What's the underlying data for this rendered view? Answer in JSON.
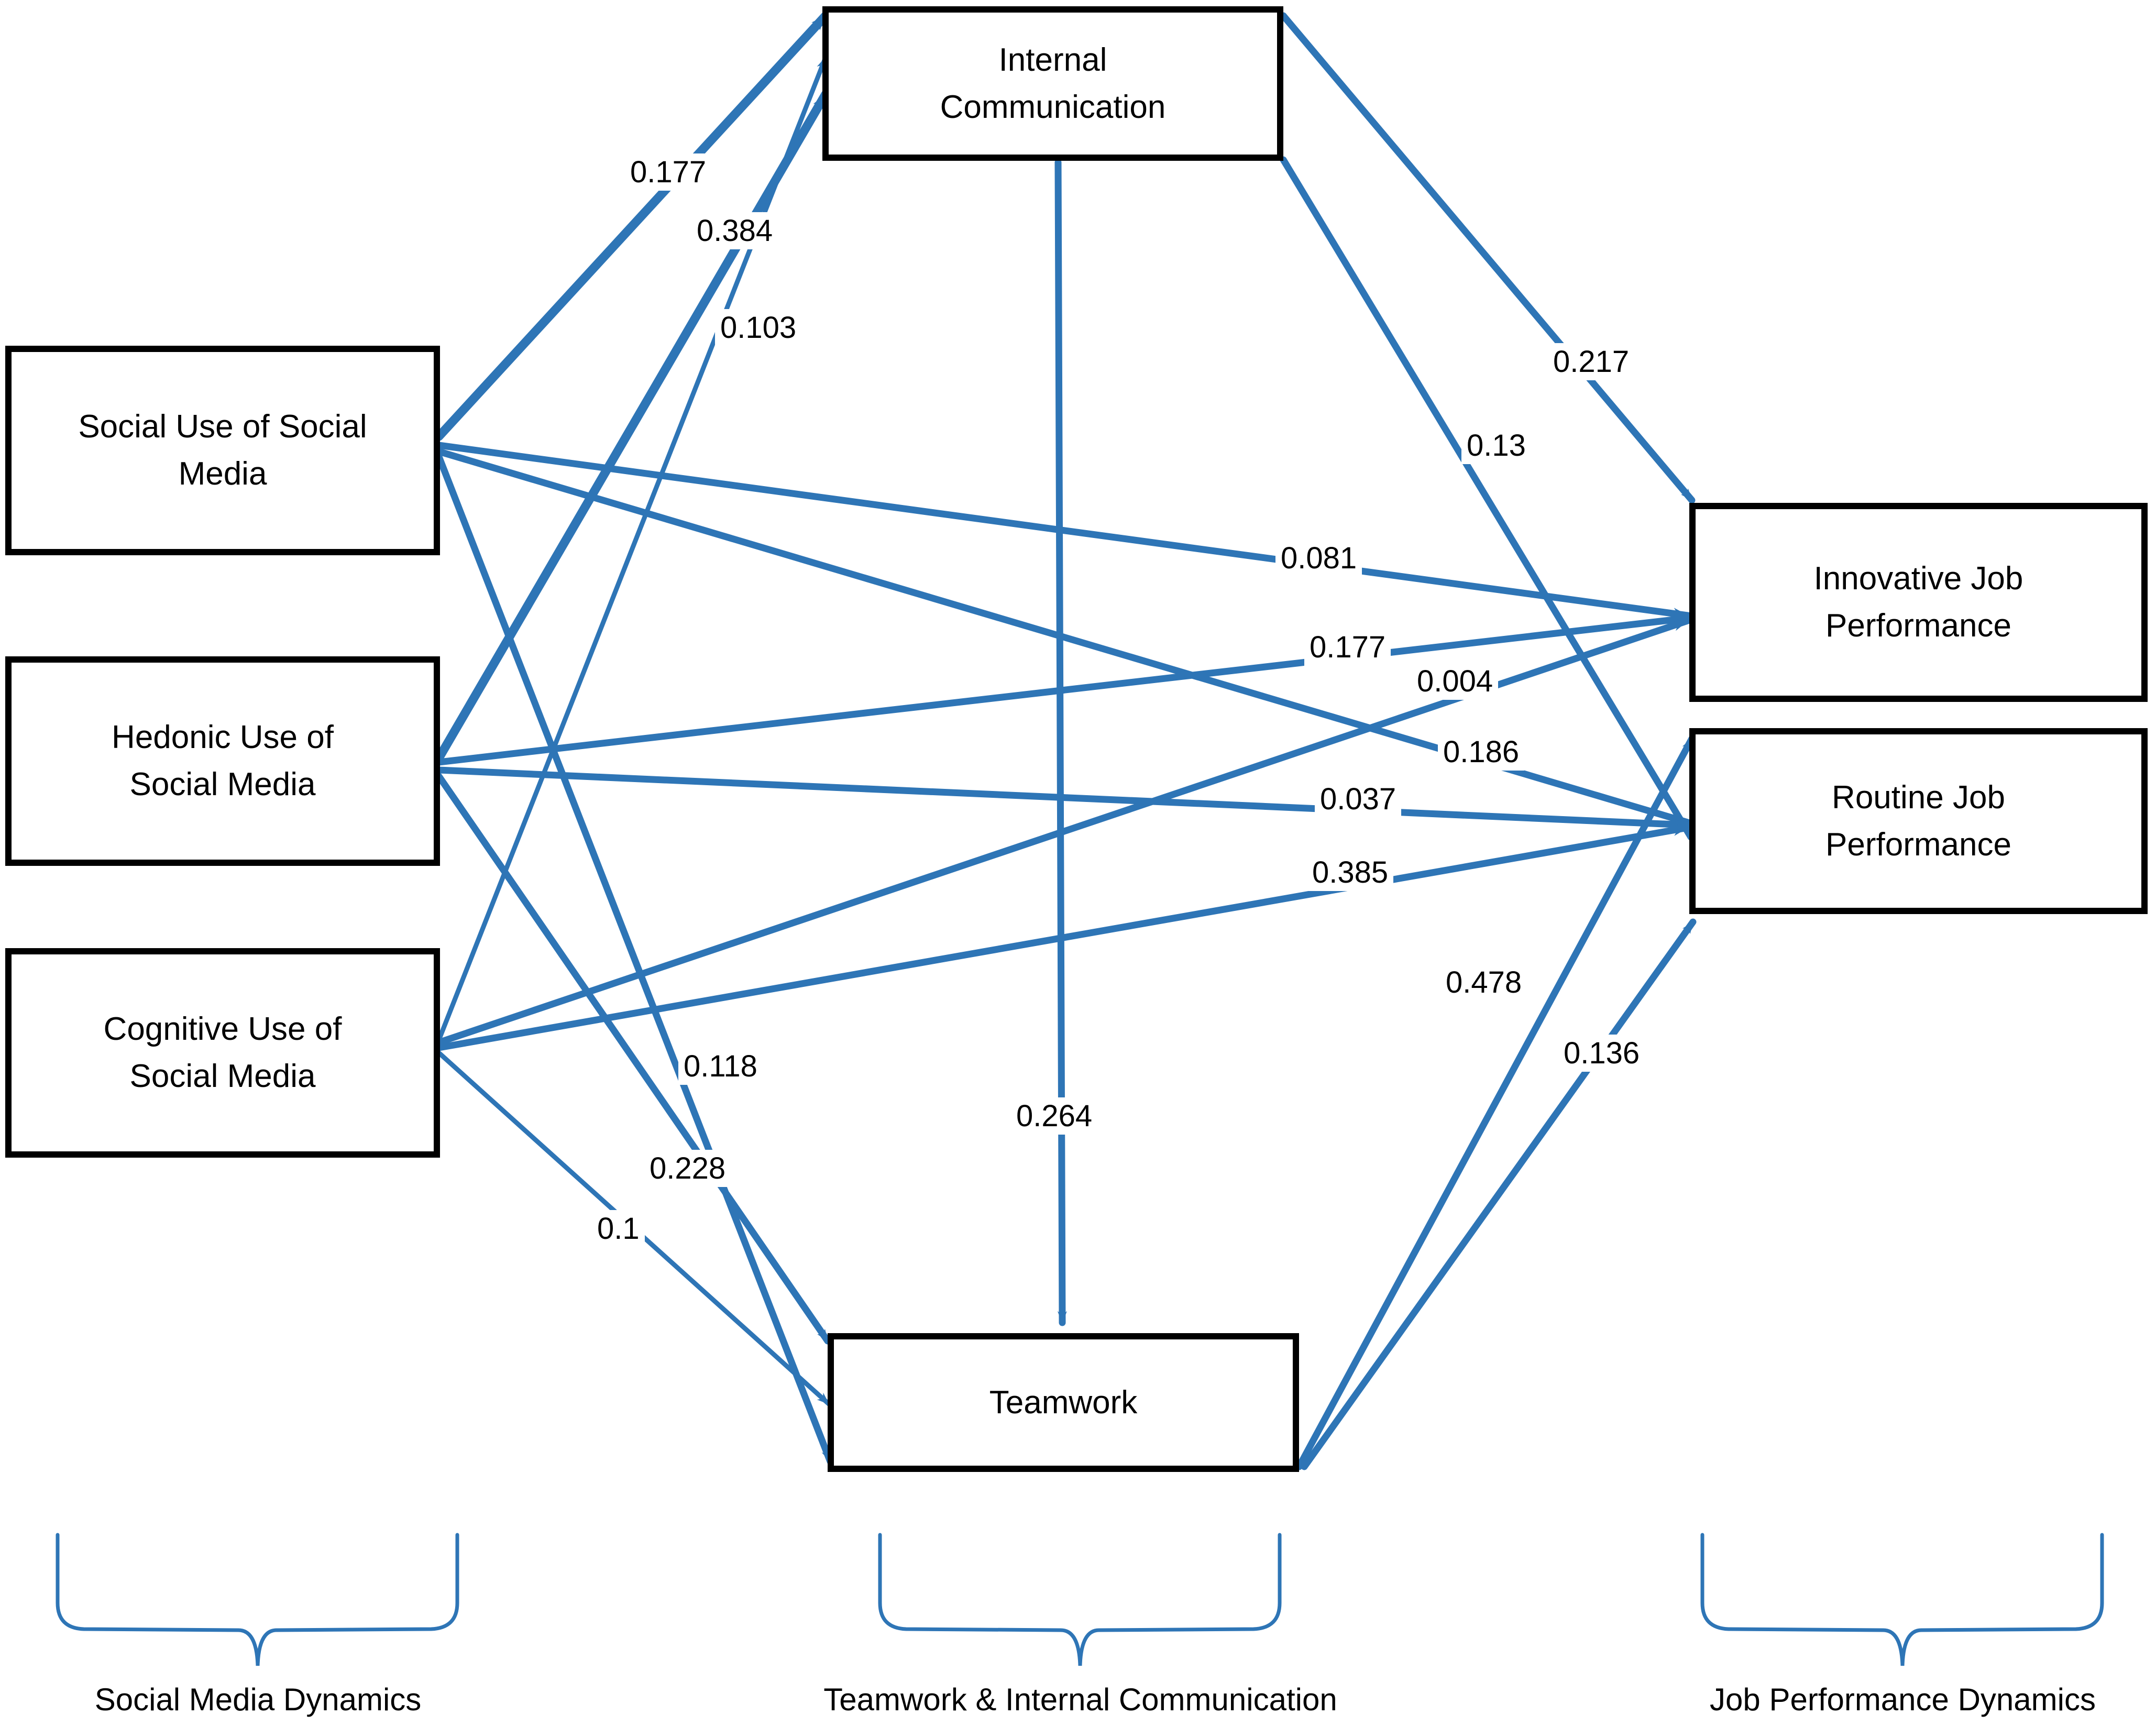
{
  "diagram": {
    "title": "Structural model of social media use, teamwork, internal communication and job performance",
    "accent_color": "#2E75B6",
    "node_border_color": "#000000",
    "background_color": "#FFFFFF"
  },
  "nodes": {
    "social_use": "Social Use of Social\nMedia",
    "hedonic_use": "Hedonic Use of\nSocial Media",
    "cognitive_use": "Cognitive Use of\nSocial Media",
    "internal_communication": "Internal\nCommunication",
    "teamwork": "Teamwork",
    "innovative_job_performance": "Innovative Job\nPerformance",
    "routine_job_performance": "Routine Job\nPerformance"
  },
  "groups": [
    {
      "id": "social-media-dynamics",
      "label": "Social Media Dynamics"
    },
    {
      "id": "teamwork-internal-communication",
      "label": "Teamwork & Internal Communication"
    },
    {
      "id": "job-performance-dynamics",
      "label": "Job Performance Dynamics"
    }
  ],
  "chart_data": {
    "type": "diagram",
    "title": "Structural Equation Model Path Diagram",
    "node_labels": [
      "Social Use of Social Media",
      "Hedonic Use of Social Media",
      "Cognitive Use of Social Media",
      "Internal Communication",
      "Teamwork",
      "Innovative Job Performance",
      "Routine Job Performance"
    ],
    "edges": [
      {
        "id": "e1",
        "from": "Social Use of Social Media",
        "to": "Internal Communication",
        "coefficient": "0.177"
      },
      {
        "id": "e2",
        "from": "Hedonic Use of Social Media",
        "to": "Internal Communication",
        "coefficient": "0.384"
      },
      {
        "id": "e3",
        "from": "Cognitive Use of Social Media",
        "to": "Internal Communication",
        "coefficient": "0.103"
      },
      {
        "id": "e4",
        "from": "Internal Communication",
        "to": "Innovative Job Performance",
        "coefficient": "0.217"
      },
      {
        "id": "e5",
        "from": "Internal Communication",
        "to": "Routine Job Performance",
        "coefficient": "0.13"
      },
      {
        "id": "e6",
        "from": "Social Use of Social Media",
        "to": "Innovative Job Performance",
        "coefficient": "0.081"
      },
      {
        "id": "e7",
        "from": "Hedonic Use of Social Media",
        "to": "Innovative Job Performance",
        "coefficient": "0.177"
      },
      {
        "id": "e8",
        "from": "Cognitive Use of Social Media",
        "to": "Innovative Job Performance",
        "coefficient": "0.004"
      },
      {
        "id": "e9",
        "from": "Social Use of Social Media",
        "to": "Routine Job Performance",
        "coefficient": "0.186"
      },
      {
        "id": "e10",
        "from": "Hedonic Use of Social Media",
        "to": "Routine Job Performance",
        "coefficient": "0.037"
      },
      {
        "id": "e11",
        "from": "Cognitive Use of Social Media",
        "to": "Routine Job Performance",
        "coefficient": "0.385"
      },
      {
        "id": "e12",
        "from": "Internal Communication",
        "to": "Teamwork",
        "coefficient": "0.264"
      },
      {
        "id": "e13",
        "from": "Social Use of Social Media",
        "to": "Teamwork",
        "coefficient": "0.118"
      },
      {
        "id": "e14",
        "from": "Hedonic Use of Social Media",
        "to": "Teamwork",
        "coefficient": "0.228"
      },
      {
        "id": "e15",
        "from": "Cognitive Use of Social Media",
        "to": "Teamwork",
        "coefficient": "0.1"
      },
      {
        "id": "e16",
        "from": "Teamwork",
        "to": "Innovative Job Performance",
        "coefficient": "0.478"
      },
      {
        "id": "e17",
        "from": "Teamwork",
        "to": "Routine Job Performance",
        "coefficient": "0.136"
      }
    ],
    "groupings": [
      {
        "label": "Social Media Dynamics",
        "members": [
          "Social Use of Social Media",
          "Hedonic Use of Social Media",
          "Cognitive Use of Social Media"
        ]
      },
      {
        "label": "Teamwork & Internal Communication",
        "members": [
          "Internal Communication",
          "Teamwork"
        ]
      },
      {
        "label": "Job Performance Dynamics",
        "members": [
          "Innovative Job Performance",
          "Routine Job Performance"
        ]
      }
    ]
  },
  "edge_labels": {
    "l_0177_ic": "0.177",
    "l_0384_ic": "0.384",
    "l_0103_ic": "0.103",
    "l_0217": "0.217",
    "l_013": "0.13",
    "l_0081": "0.081",
    "l_0177_ijp": "0.177",
    "l_0004": "0.004",
    "l_0186": "0.186",
    "l_0037": "0.037",
    "l_0385": "0.385",
    "l_0264": "0.264",
    "l_0118": "0.118",
    "l_0228": "0.228",
    "l_01": "0.1",
    "l_0478": "0.478",
    "l_0136": "0.136"
  }
}
